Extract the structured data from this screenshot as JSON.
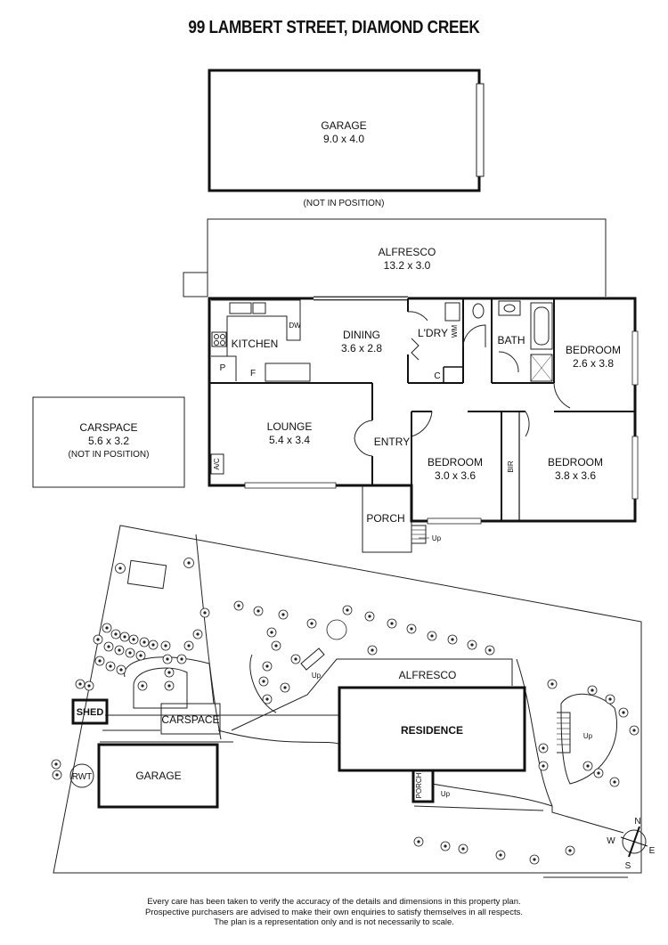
{
  "title": "99 LAMBERT STREET, DIAMOND CREEK",
  "rooms": {
    "garage": {
      "name": "GARAGE",
      "dims": "9.0 x 4.0",
      "note": "(NOT IN POSITION)"
    },
    "alfresco": {
      "name": "ALFRESCO",
      "dims": "13.2 x 3.0"
    },
    "carspace": {
      "name": "CARSPACE",
      "dims": "5.6 x 3.2",
      "note": "(NOT IN POSITION)"
    },
    "kitchen": {
      "name": "KITCHEN"
    },
    "dining": {
      "name": "DINING",
      "dims": "3.6 x 2.8"
    },
    "lounge": {
      "name": "LOUNGE",
      "dims": "5.4 x 3.4"
    },
    "laundry": {
      "name": "L'DRY"
    },
    "bath": {
      "name": "BATH"
    },
    "bedroom1": {
      "name": "BEDROOM",
      "dims": "2.6 x 3.8"
    },
    "bedroom2": {
      "name": "BEDROOM",
      "dims": "3.0 x 3.6"
    },
    "bedroom3": {
      "name": "BEDROOM",
      "dims": "3.8 x 3.6"
    },
    "entry": {
      "name": "ENTRY"
    },
    "porch": {
      "name": "PORCH"
    }
  },
  "fixtures": {
    "dw": "DW",
    "p": "P",
    "f": "F",
    "c": "C",
    "wm": "WM",
    "ac": "A/C",
    "bir": "BIR",
    "up": "Up"
  },
  "site": {
    "alfresco": "ALFRESCO",
    "residence": "RESIDENCE",
    "carspace": "CARSPACE",
    "garage": "GARAGE",
    "shed": "SHED",
    "rwt": "RWT",
    "porch": "PORCH",
    "up": "Up"
  },
  "compass": {
    "n": "N",
    "s": "S",
    "e": "E",
    "w": "W"
  },
  "disclaimer": [
    "Every care has been taken to verify the accuracy of the details and dimensions in this property plan.",
    "Prospective purchasers are advised to make their own enquiries to satisfy themselves in all respects.",
    "The plan is a representation only and is not necessarily to scale."
  ]
}
